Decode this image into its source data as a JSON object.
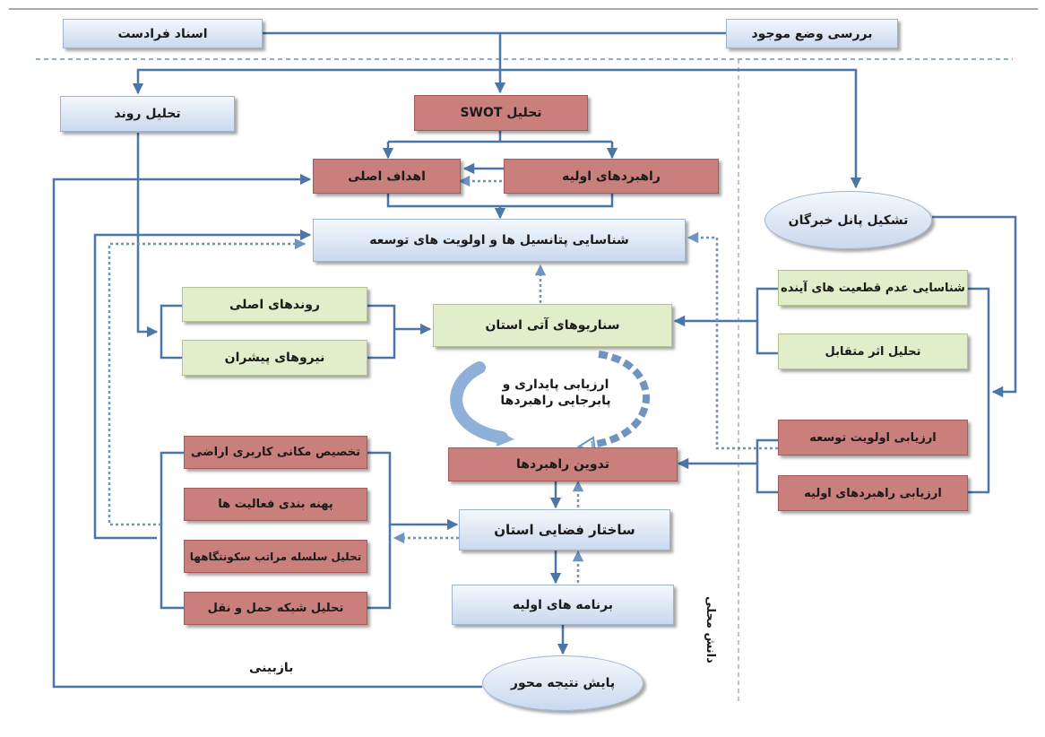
{
  "nodes": {
    "upstream_docs": "اسناد فرادست",
    "current_status": "بررسی وضع موجود",
    "trend_analysis": "تحلیل روند",
    "swot": "تحلیل SWOT",
    "main_goals": "اهداف اصلی",
    "initial_strategies": "راهبردهای اولیه",
    "potential_priorities": "شناسایی پتانسیل ها و اولویت های توسعه",
    "expert_panel": "تشکیل پانل خبرگان",
    "uncertainty": "شناسایی عدم قطعیت های آینده",
    "cross_impact": "تحلیل اثر متقابل",
    "main_trends": "روندهای اصلی",
    "driving_forces": "نیروهای پیشران",
    "future_scenarios": "سناریوهای آتی استان",
    "sustainability": "ارزیابی پایداری و پابرجایی راهبردها",
    "dev_priority_eval": "ارزیابی اولویت توسعه",
    "initial_strategy_eval": "ارزیابی راهبردهای اولیه",
    "strategy_formulation": "تدوین راهبردها",
    "land_use": "تخصیص مکانی کاربری اراضی",
    "activity_zoning": "پهنه بندی فعالیت ها",
    "settlement_hierarchy": "تحلیل سلسله مراتب سکونتگاهها",
    "transport_network": "تحلیل شبکه حمل و نقل",
    "spatial_structure": "ساختار فضایی استان",
    "initial_programs": "برنامه های اولیه",
    "results_monitoring": "پایش نتیجه محور",
    "revision": "بازبینی",
    "local_knowledge": "دانش محلی"
  },
  "colors": {
    "arrow": "#4a76a8",
    "blue_box": "#c9d9ee",
    "red_box": "#c97f7b",
    "green_box": "#e2edcc"
  }
}
